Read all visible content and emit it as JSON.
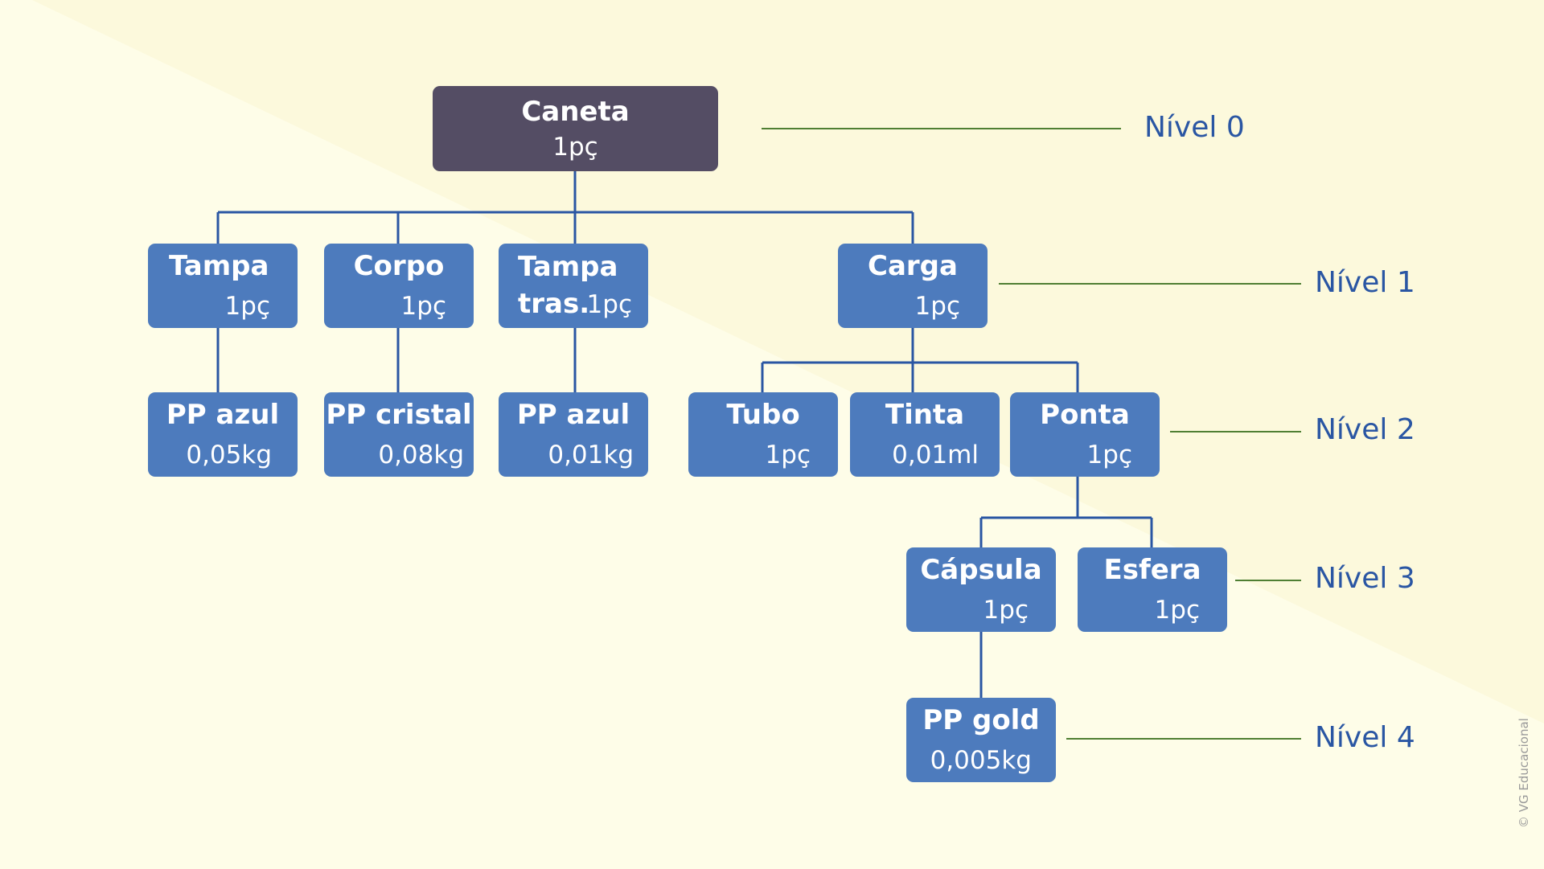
{
  "nodes": {
    "caneta": {
      "name": "Caneta",
      "qty": "1pç"
    },
    "tampa": {
      "name": "Tampa",
      "qty": "1pç"
    },
    "corpo": {
      "name": "Corpo",
      "qty": "1pç"
    },
    "tampa_tras": {
      "name": "Tampa tras.",
      "qty": "1pç"
    },
    "carga": {
      "name": "Carga",
      "qty": "1pç"
    },
    "pp_azul_1": {
      "name": "PP azul",
      "qty": "0,05kg"
    },
    "pp_cristal": {
      "name": "PP cristal",
      "qty": "0,08kg"
    },
    "pp_azul_2": {
      "name": "PP azul",
      "qty": "0,01kg"
    },
    "tubo": {
      "name": "Tubo",
      "qty": "1pç"
    },
    "tinta": {
      "name": "Tinta",
      "qty": "0,01ml"
    },
    "ponta": {
      "name": "Ponta",
      "qty": "1pç"
    },
    "capsula": {
      "name": "Cápsula",
      "qty": "1pç"
    },
    "esfera": {
      "name": "Esfera",
      "qty": "1pç"
    },
    "pp_gold": {
      "name": "PP gold",
      "qty": "0,005kg"
    }
  },
  "levels": [
    "Nível 0",
    "Nível 1",
    "Nível 2",
    "Nível 3",
    "Nível 4"
  ],
  "credit": "© VG Educacional",
  "colors": {
    "background": "#fdfce6",
    "node": "#4d7bbd",
    "root_node": "#544d64",
    "connector": "#2a56a3",
    "level_line": "#4f7f33",
    "level_text": "#2a56a3"
  }
}
